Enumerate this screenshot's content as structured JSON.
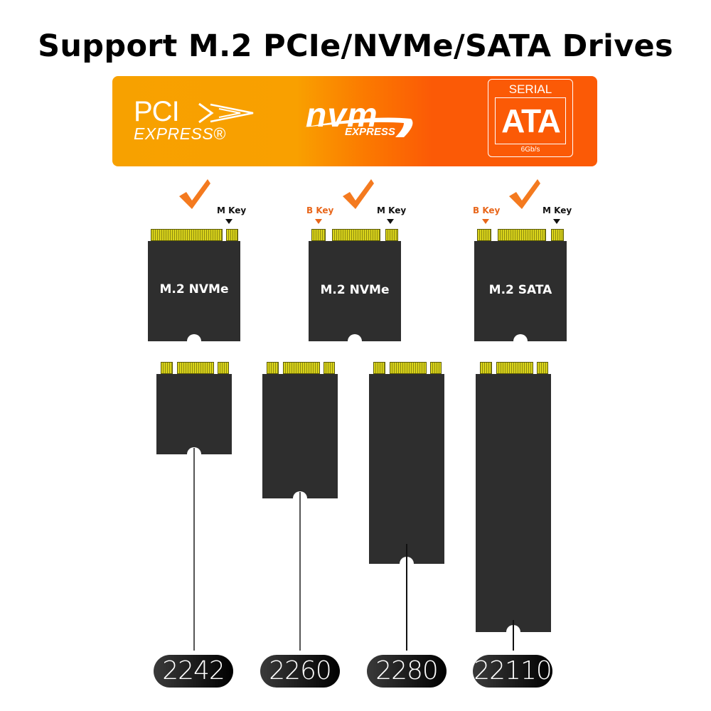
{
  "title": "Support M.2 PCIe/NVMe/SATA Drives",
  "banner": {
    "pcie": {
      "line1": "PCI",
      "line2": "EXPRESS®"
    },
    "nvme": {
      "line1": "nvm",
      "line2": "EXPRESS"
    },
    "sata": {
      "line1": "SERIAL",
      "line2": "ATA",
      "line3": "6Gb/s"
    },
    "gradient_start": "#f7a100",
    "gradient_end": "#fb5a06"
  },
  "key_types": [
    {
      "card_label": "M.2 NVMe",
      "keys": [
        "M Key"
      ],
      "supported": true
    },
    {
      "card_label": "M.2 NVMe",
      "keys": [
        "B Key",
        "M Key"
      ],
      "supported": true
    },
    {
      "card_label": "M.2 SATA",
      "keys": [
        "B Key",
        "M Key"
      ],
      "supported": true
    }
  ],
  "key_labels": {
    "b": "B Key",
    "m": "M Key"
  },
  "sizes": [
    {
      "label": "2242"
    },
    {
      "label": "2260"
    },
    {
      "label": "2280"
    },
    {
      "label": "22110"
    }
  ],
  "colors": {
    "check": "#f47a1f",
    "b_key": "#e8661a",
    "card_body": "#2e2e2e",
    "gold_pins": "#d9d31a"
  }
}
